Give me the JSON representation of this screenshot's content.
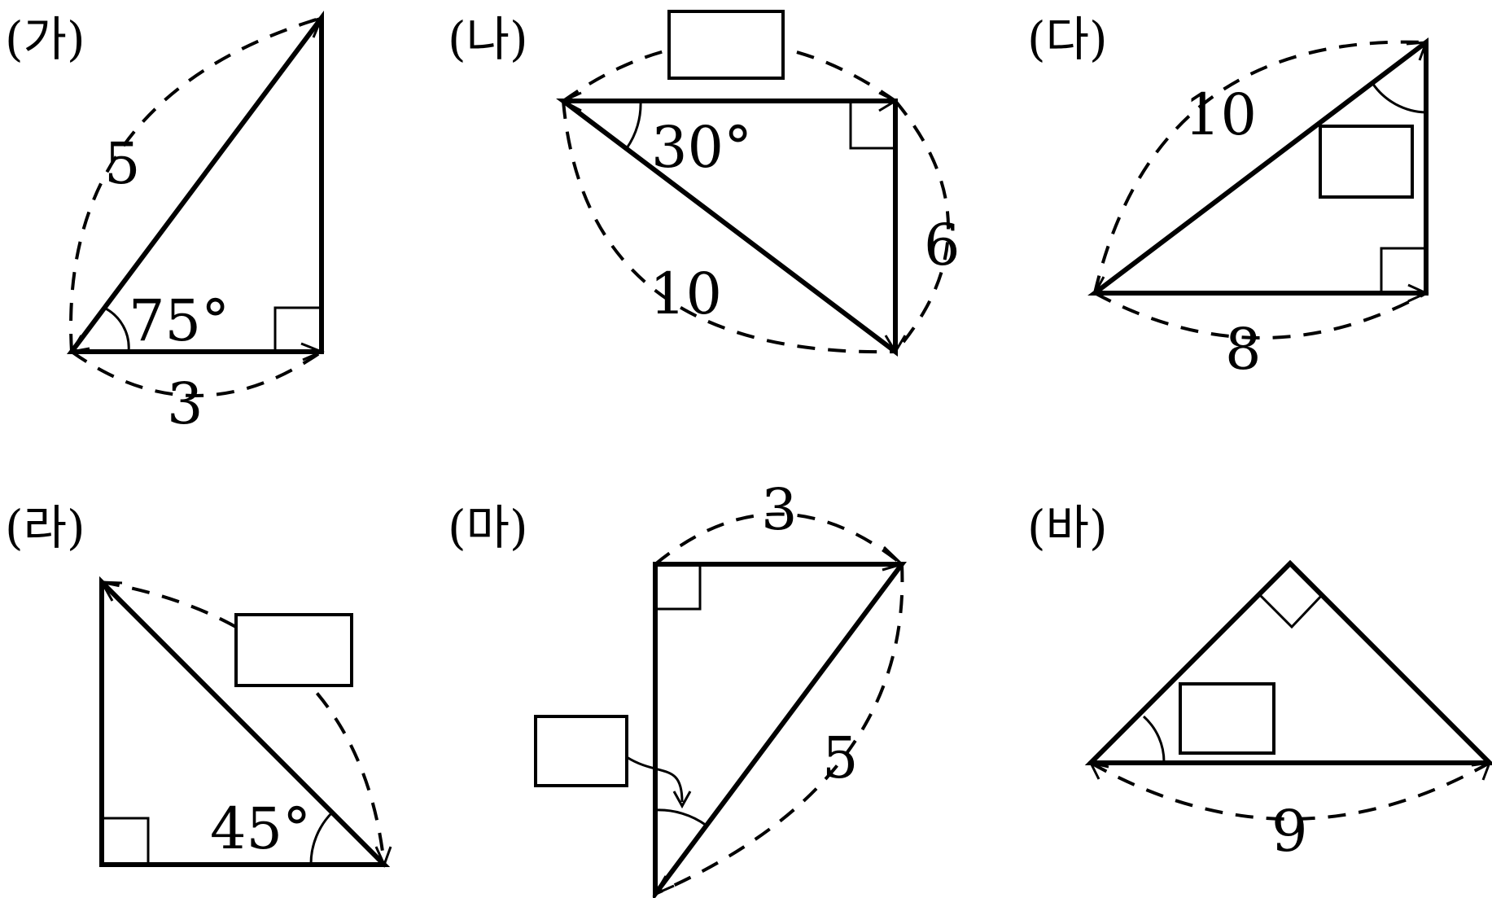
{
  "figures": [
    {
      "id": "ga",
      "header": "(가)",
      "labels": {
        "hyp": "5",
        "base": "3",
        "angle": "75°"
      }
    },
    {
      "id": "na",
      "header": "(나)",
      "labels": {
        "hyp": "10",
        "vert": "6",
        "angle": "30°"
      }
    },
    {
      "id": "da",
      "header": "(다)",
      "labels": {
        "hyp": "10",
        "base": "8"
      }
    },
    {
      "id": "ra",
      "header": "(라)",
      "labels": {
        "angle": "45°"
      }
    },
    {
      "id": "ma",
      "header": "(마)",
      "labels": {
        "top": "3",
        "hyp": "5"
      }
    },
    {
      "id": "ba",
      "header": "(바)",
      "labels": {
        "base": "9"
      }
    }
  ]
}
